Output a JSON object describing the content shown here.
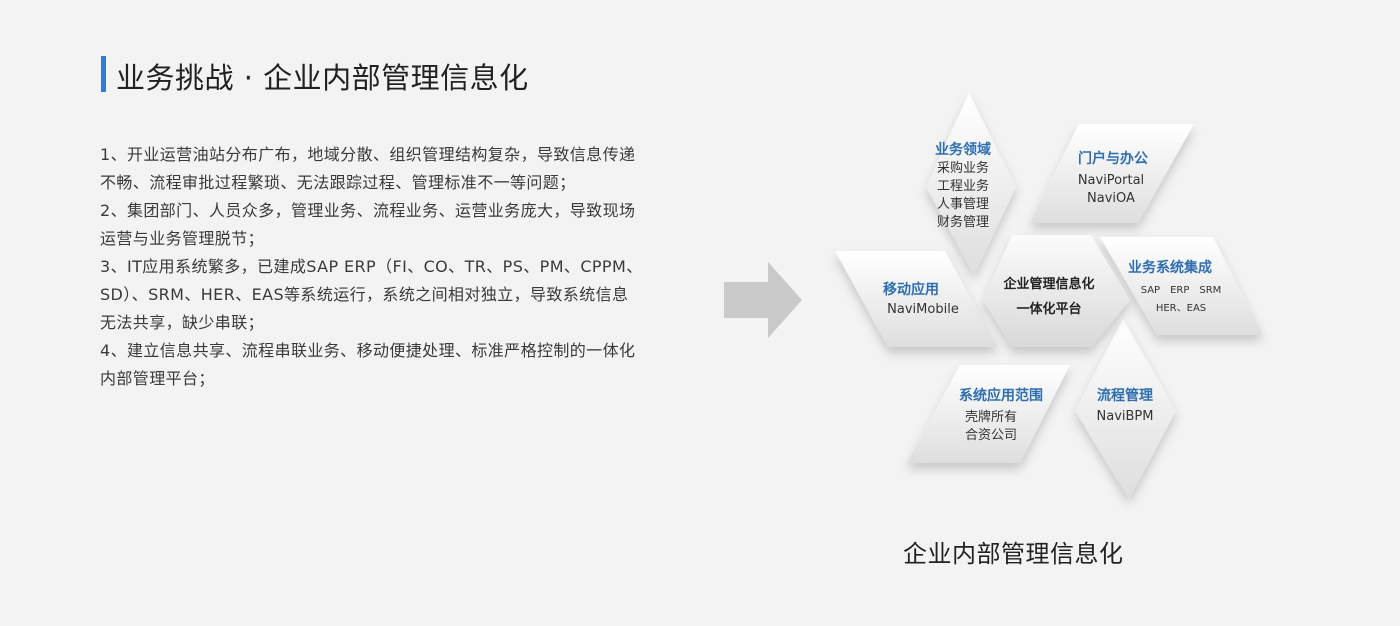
{
  "header": {
    "title": "业务挑战 · 企业内部管理信息化",
    "accent_color": "#2f7bd6"
  },
  "paragraphs": [
    "1、开业运营油站分布广布，地域分散、组织管理结构复杂，导致信息传递\n不畅、流程审批过程繁琐、无法跟踪过程、管理标准不一等问题；",
    "2、集团部门、人员众多，管理业务、流程业务、运营业务庞大，导致现场\n运营与业务管理脱节；",
    "3、IT应用系统繁多，已建成SAP ERP（FI、CO、TR、PS、PM、CPPM、\nSD）、SRM、HER、EAS等系统运行，系统之间相对独立，导致系统信息\n无法共享，缺少串联；",
    "4、建立信息共享、流程串联业务、移动便捷处理、标准严格控制的一体化\n内部管理平台；"
  ],
  "arrow_icon": "right-arrow-icon",
  "diagram": {
    "center": {
      "line1": "企业管理信息化",
      "line2": "一体化平台"
    },
    "petals": {
      "business_domain": {
        "title": "业务领域",
        "items": [
          "采购业务",
          "工程业务",
          "人事管理",
          "财务管理"
        ]
      },
      "portal": {
        "title": "门户与办公",
        "items": [
          "NaviPortal",
          "NaviOA"
        ]
      },
      "integration": {
        "title": "业务系统集成",
        "items": [
          "SAP　ERP　SRM",
          "HER、EAS"
        ]
      },
      "bpm": {
        "title": "流程管理",
        "items": [
          "NaviBPM"
        ]
      },
      "scope": {
        "title": "系统应用范围",
        "items": [
          "壳牌所有",
          "合资公司"
        ]
      },
      "mobile": {
        "title": "移动应用",
        "items": [
          "NaviMobile"
        ]
      }
    },
    "title_color": "#2e6fb2"
  },
  "caption": "企业内部管理信息化"
}
